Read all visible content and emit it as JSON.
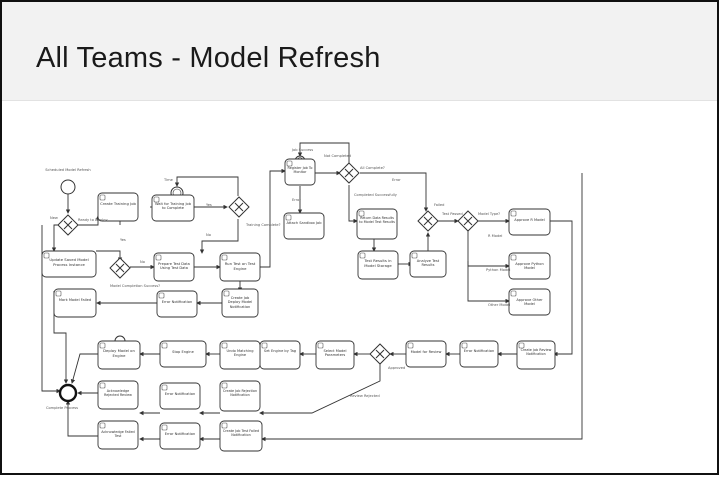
{
  "header": {
    "title": "All Teams - Model Refresh"
  },
  "diagram": {
    "events": {
      "start": "Scheduled Model Refresh",
      "end": "Complete Process"
    },
    "tasks": {
      "update_saved_model": "Update Saved Model Process Instance",
      "create_training_job": "Create Training Job",
      "wait_training_job": "Wait for Training Job to Complete",
      "prepare_test_data": "Prepare Test Data Using Test Data",
      "run_test_engine": "Run Test on Test Engine",
      "create_job_notif": "Create Job Deploy Model Notification",
      "error_notification": "Error Notification",
      "mark_model_failed": "Mark Model Failed",
      "register_job_monitor": "Register Job To Monitor",
      "attach_sandbox_job": "Attach Sandbox Job",
      "return_data_results": "Return Data Results to Model Test Results",
      "test_results": "Test Results in Model Storage",
      "analyze_results": "Analyze Test Results",
      "approve_r_model": "Approve R Model",
      "approve_python_model": "Approve Python Model",
      "approve_other_model": "Approve Other Model",
      "create_review_notif": "Create Job Review Notification",
      "error_notification2": "Error Notification",
      "model_for_review": "Model for Review",
      "select_model_params": "Select Model Parameters",
      "set_engine_tag": "Set Engine by Tag",
      "undo_matching_engine": "Undo Matching Engine",
      "stop_engine": "Stop Engine",
      "deploy_model_engine": "Deploy Model on Engine",
      "acknowledge_rejected": "Acknowledge Rejected Review",
      "error_notification3": "Error Notification",
      "create_rejection_notif": "Create Job Rejection Notification",
      "acknowledge_failed": "Acknowledge Failed Test",
      "error_notification4": "Error Notification",
      "create_failed_notif": "Create Job Test Failed Notification"
    },
    "labels": {
      "ready_to_deploy": "Ready to Deploy",
      "new_label": "New",
      "model_completed": "Model Completion Success?",
      "yes": "Yes",
      "no": "No",
      "training_complete": "Training Complete?",
      "job_success": "Job Success",
      "not_completed": "Not Completed",
      "all_complete": "All Complete?",
      "completed_successfully": "Completed Successfully",
      "error": "Error",
      "test_passed": "Test Passed",
      "model_type": "Model Type?",
      "r_model": "R Model",
      "python_model": "Python Model",
      "other_model": "Other Model",
      "approved": "Approved",
      "review_rejected": "Review Rejected",
      "failed": "Failed",
      "time": "Time"
    }
  }
}
